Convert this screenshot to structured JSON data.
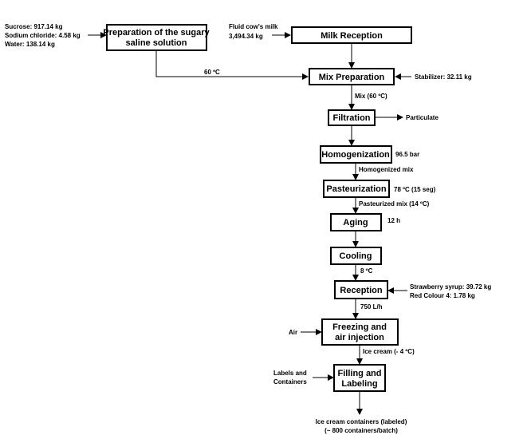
{
  "inputs": {
    "sucrose": "Sucrose: 917.14 kg",
    "sodium_chloride": "Sodium chloride: 4.58 kg",
    "water": "Water: 138.14 kg",
    "fluid_milk_line1": "Fluid cow's milk",
    "fluid_milk_line2": "3,494.34 kg",
    "stabilizer": "Stabilizer: 32.11 kg",
    "strawberry_syrup": "Strawberry syrup: 39.72 kg",
    "red_colour": "Red Colour 4: 1.78 kg",
    "air": "Air",
    "labels_line1": "Labels and",
    "labels_line2": "Containers"
  },
  "boxes": {
    "saline_line1": "Preparation of the sugary",
    "saline_line2": "saline solution",
    "milk_reception": "Milk Reception",
    "mix_preparation": "Mix Preparation",
    "filtration": "Filtration",
    "homogenization": "Homogenization",
    "pasteurization": "Pasteurization",
    "aging": "Aging",
    "cooling": "Cooling",
    "reception": "Reception",
    "freezing_line1": "Freezing and",
    "freezing_line2": "air injection",
    "filling_line1": "Filling and",
    "filling_line2": "Labeling"
  },
  "annotations": {
    "saline_temp": "60 ºC",
    "mix": "Mix (60 ºC)",
    "particulate": "Particulate",
    "pressure": "96.5 bar",
    "homogenized_mix": "Homogenized mix",
    "pasteurization_cond": "78 ºC (15 seg)",
    "pasteurized_mix": "Pasteurized mix (14 ºC)",
    "aging_time": "12 h",
    "cooling_temp": "8 ºC",
    "flow_rate": "750 L/h",
    "ice_cream": "Ice cream (- 4 ºC)",
    "output_line1": "Ice cream containers (labeled)",
    "output_line2": "(~ 800 containers/batch)"
  }
}
